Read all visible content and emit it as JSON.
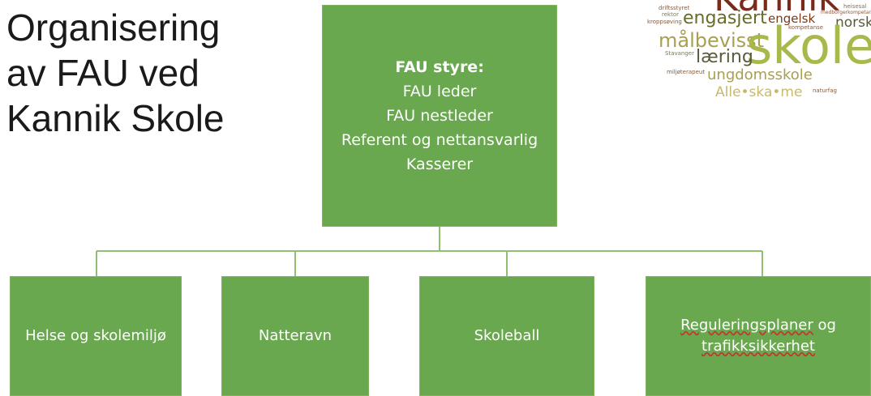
{
  "title_lines": [
    "Organisering",
    "av FAU ved",
    "Kannik Skole"
  ],
  "colors": {
    "box_fill": "#6aa84f",
    "line": "#8fbf6f",
    "text": "#ffffff"
  },
  "top_box": {
    "heading": "FAU styre:",
    "roles": [
      "FAU leder",
      "FAU nestleder",
      "Referent og nettansvarlig",
      "Kasserer"
    ]
  },
  "groups": [
    {
      "label": "Helse og skolemiljø"
    },
    {
      "label": "Natteravn"
    },
    {
      "label": "Skoleball"
    },
    {
      "label_part1": "Reguleringsplaner",
      "label_part2": " og",
      "label_line2": "trafikksikkerhet"
    }
  ],
  "word_cloud": {
    "words": [
      "Kannik",
      "engasjert",
      "engelsk",
      "norsk",
      "målbevisst",
      "skole",
      "læring",
      "ungdomsskole",
      "Alle•ska•me",
      "driftsstyret",
      "rektor",
      "kroppsøving",
      "Stavanger",
      "miljøterapeut",
      "kompetanse",
      "medborgerkompetanse",
      "naturfag",
      "heisesal"
    ]
  }
}
